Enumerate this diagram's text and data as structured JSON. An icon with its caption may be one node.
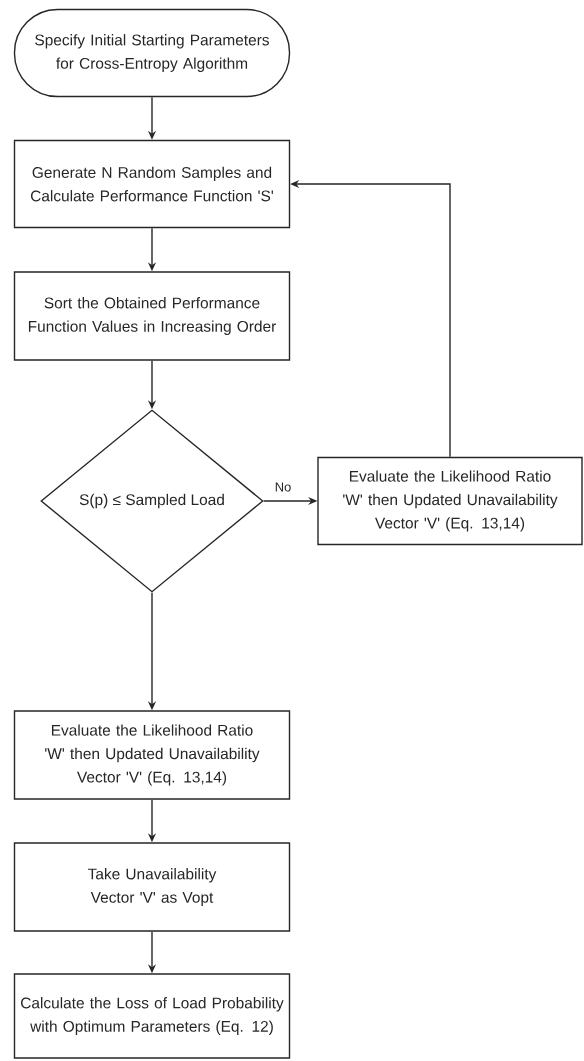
{
  "diagram": {
    "nodes": [
      {
        "text": [
          "Specify Initial Starting Parameters for Cross-Entropy Algorithm"
        ]
      },
      {
        "text": [
          "Generate N Random Samples and Calculate Performance Function 'S'"
        ]
      },
      {
        "text": [
          "Sort the Obtained Performance Function Values in Increasing Order"
        ]
      },
      {
        "text": [
          "S(p) ≤ Sampled Load"
        ]
      },
      {
        "text": [
          "Evaluate the Likelihood Ratio 'W' then Updated Unavailability Vector 'V' (Eq. 13,14)"
        ]
      },
      {
        "text": [
          "Evaluate the Likelihood Ratio 'W' then Updated Unavailability Vector 'V' (Eq. 13,14)"
        ]
      },
      {
        "text": [
          "Take Unavailability Vector 'V' as Vopt"
        ]
      },
      {
        "text": [
          "Calculate the Loss of Load Probability with Optimum Parameters (Eq. 12)"
        ]
      }
    ],
    "edges": [
      {
        "from": 0,
        "to": 1,
        "arrow": "to"
      },
      {
        "from": 1,
        "to": 2,
        "arrow": "to"
      },
      {
        "from": 2,
        "to": 3,
        "arrow": "to"
      },
      {
        "from": 3,
        "to": 4,
        "arrow": "to",
        "label": "No"
      },
      {
        "from": 4,
        "to": 1,
        "arrow": "to"
      },
      {
        "from": 3,
        "to": 5,
        "arrow": "to"
      },
      {
        "from": 5,
        "to": 6,
        "arrow": "to"
      },
      {
        "from": 6,
        "to": 7,
        "arrow": "to"
      }
    ]
  }
}
